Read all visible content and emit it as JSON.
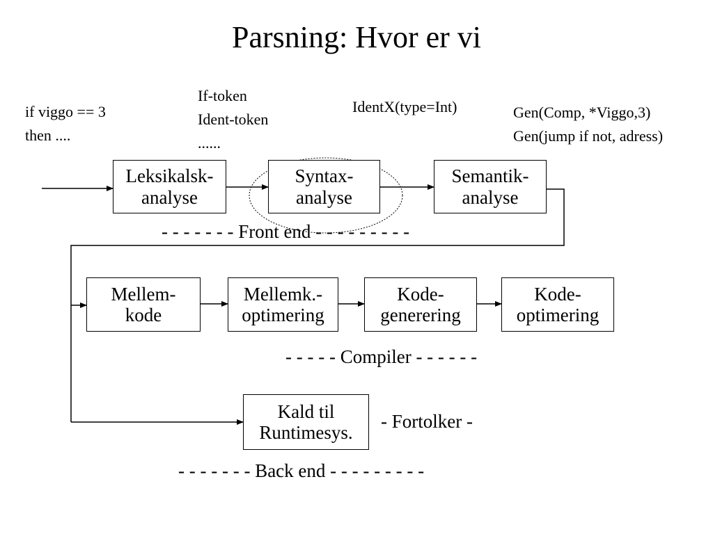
{
  "title": "Parsning: Hvor er vi",
  "notes": {
    "source_code": [
      "if viggo == 3",
      "then ...."
    ],
    "tokens": [
      "If-token",
      "Ident-token",
      "......"
    ],
    "syntax_result": "IdentX(type=Int)",
    "semantic_result": [
      "Gen(Comp, *Viggo,3)",
      "Gen(jump if not, adress)"
    ]
  },
  "front_end": {
    "boxes": [
      {
        "lines": [
          "Leksikalsk-",
          "analyse"
        ]
      },
      {
        "lines": [
          "Syntax-",
          "analyse"
        ]
      },
      {
        "lines": [
          "Semantik-",
          "analyse"
        ]
      }
    ],
    "label": "- - - - - - - Front end - - - - - - - - -"
  },
  "compiler": {
    "boxes": [
      {
        "lines": [
          "Mellem-",
          "kode"
        ]
      },
      {
        "lines": [
          "Mellemk.-",
          "optimering"
        ]
      },
      {
        "lines": [
          "Kode-",
          "generering"
        ]
      },
      {
        "lines": [
          "Kode-",
          "optimering"
        ]
      }
    ],
    "label": "- - - - - Compiler - - - - - -"
  },
  "interpreter": {
    "box": {
      "lines": [
        "Kald til",
        "Runtimesys."
      ]
    },
    "label": "- Fortolker -"
  },
  "back_end": {
    "label": "- - - - - - - Back end - - - - - - - - -"
  }
}
